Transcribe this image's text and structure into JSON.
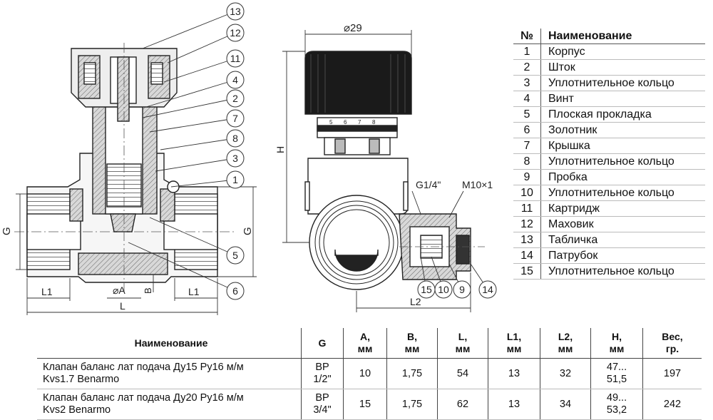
{
  "drawing": {
    "callouts_left": [
      "13",
      "12",
      "11",
      "4",
      "2",
      "7",
      "8",
      "3",
      "1",
      "5",
      "6"
    ],
    "callouts_right": [
      "15",
      "10",
      "9",
      "14"
    ],
    "dim_phi29": "⌀29",
    "dim_H": "H",
    "dim_G": "G",
    "dim_L1": "L1",
    "dim_L": "L",
    "dim_phiA": "⌀A",
    "dim_B": "B",
    "dim_L2": "L2",
    "thread_g14": "G1/4\"",
    "thread_m10": "M10×1",
    "scale_digits": [
      "5",
      "6",
      "7",
      "8"
    ]
  },
  "parts": {
    "header_no": "№",
    "header_name": "Наименование",
    "rows": [
      {
        "no": "1",
        "name": "Корпус"
      },
      {
        "no": "2",
        "name": "Шток"
      },
      {
        "no": "3",
        "name": "Уплотнительное кольцо"
      },
      {
        "no": "4",
        "name": "Винт"
      },
      {
        "no": "5",
        "name": "Плоская прокладка"
      },
      {
        "no": "6",
        "name": "Золотник"
      },
      {
        "no": "7",
        "name": "Крышка"
      },
      {
        "no": "8",
        "name": "Уплотнительное кольцо"
      },
      {
        "no": "9",
        "name": "Пробка"
      },
      {
        "no": "10",
        "name": "Уплотнительное кольцо"
      },
      {
        "no": "11",
        "name": "Картридж"
      },
      {
        "no": "12",
        "name": "Маховик"
      },
      {
        "no": "13",
        "name": "Табличка"
      },
      {
        "no": "14",
        "name": "Патрубок"
      },
      {
        "no": "15",
        "name": "Уплотнительное кольцо"
      }
    ]
  },
  "specs": {
    "headers": {
      "name": "Наименование",
      "g": "G",
      "a1": "A,",
      "a2": "мм",
      "b1": "B,",
      "b2": "мм",
      "l1": "L,",
      "l2": "мм",
      "ll1": "L1,",
      "ll2": "мм",
      "lt1": "L2,",
      "lt2": "мм",
      "h1": "H,",
      "h2": "мм",
      "w1": "Вес,",
      "w2": "гр."
    },
    "rows": [
      {
        "name1": "Клапан баланс лат подача Ду15 Ру16 м/м",
        "name2": "Kvs1.7 Benarmo",
        "g1": "ВР",
        "g2": "1/2\"",
        "a": "10",
        "b": "1,75",
        "l": "54",
        "l1": "13",
        "l2": "32",
        "h1": "47...",
        "h2": "51,5",
        "w": "197"
      },
      {
        "name1": "Клапан баланс лат подача Ду20 Ру16 м/м",
        "name2": "Kvs2 Benarmo",
        "g1": "ВР",
        "g2": "3/4\"",
        "a": "15",
        "b": "1,75",
        "l": "62",
        "l1": "13",
        "l2": "34",
        "h1": "49...",
        "h2": "53,2",
        "w": "242"
      }
    ]
  }
}
